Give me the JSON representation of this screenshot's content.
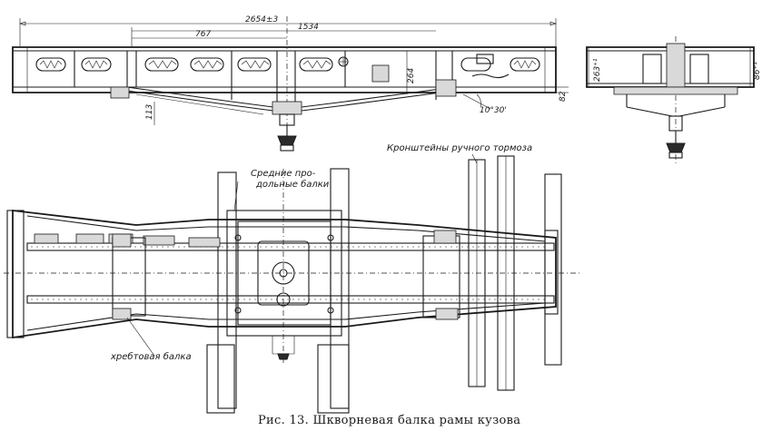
{
  "caption": "Рис. 13. Шкворневая балка рамы кузова",
  "dimensions": {
    "overall_length": "2654±3",
    "d_1534": "1534",
    "d_767": "767",
    "d_264": "264",
    "d_113": "113",
    "d_82": "82",
    "angle": "10°30'",
    "side_height": "86⁺¹",
    "side_height_left": "263⁺¹"
  },
  "labels": {
    "middle_beams_line1": "Средние про-",
    "middle_beams_line2": "дольные балки",
    "hand_brake": "Кронштейны ручного тормоза",
    "center_sill": "хребтовая балка"
  }
}
